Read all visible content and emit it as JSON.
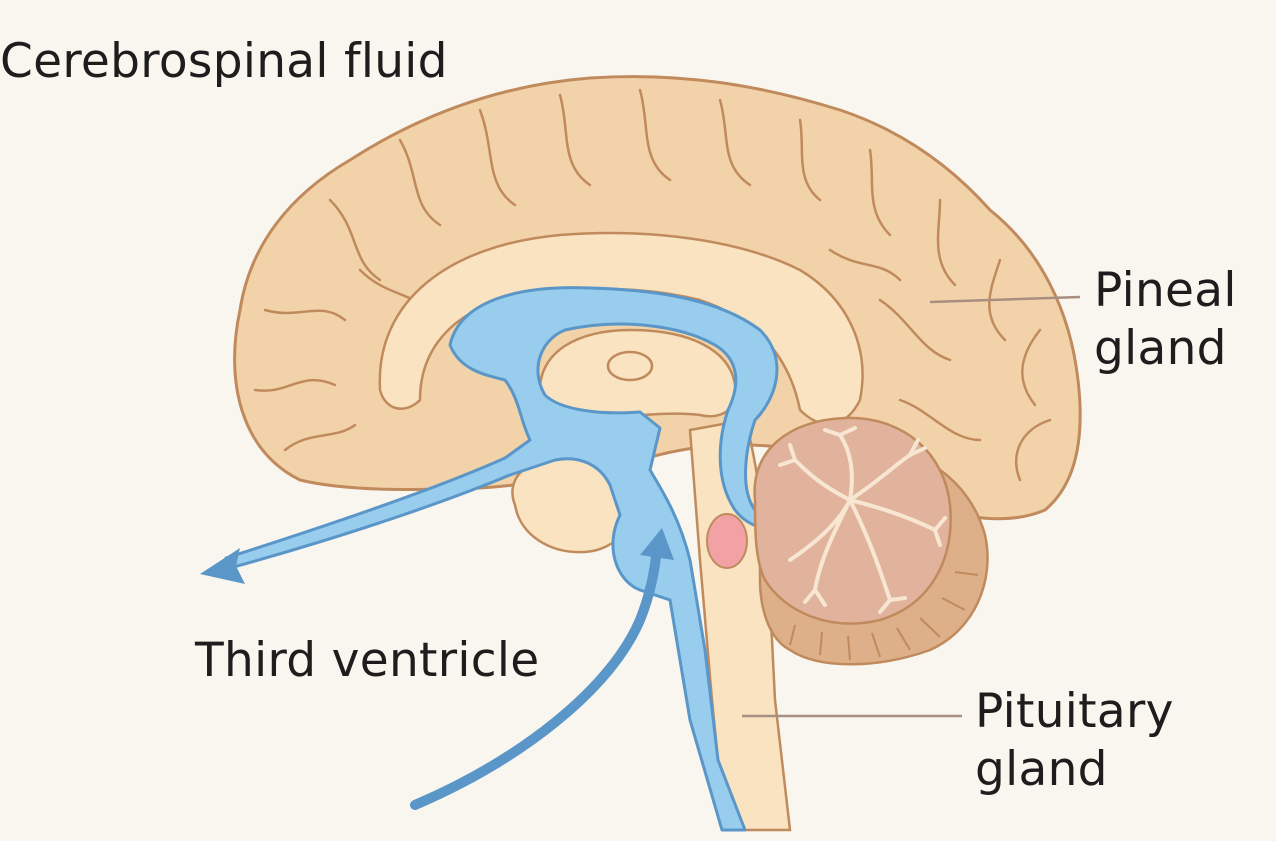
{
  "labels": {
    "cerebrospinal_fluid": "Cerebrospinal fluid",
    "pineal": [
      "Pineal",
      "gland"
    ],
    "third_ventricle": "Third ventricle",
    "pituitary": [
      "Pituitary",
      "gland"
    ]
  },
  "colors": {
    "background": "#f8f6ef",
    "brain_fill": "#f2d3a9",
    "brain_outline": "#c08a5c",
    "inner_layer": "#f9e3c1",
    "csf_fill": "#98cdee",
    "csf_outline": "#5a96c8",
    "cerebellum_fill": "#e2b39c",
    "cerebellum_outer": "#ddb08a",
    "arbor": "#f6e6d2",
    "pituitary_fill": "#f2a2a5",
    "leader_line": "#a88f80"
  }
}
